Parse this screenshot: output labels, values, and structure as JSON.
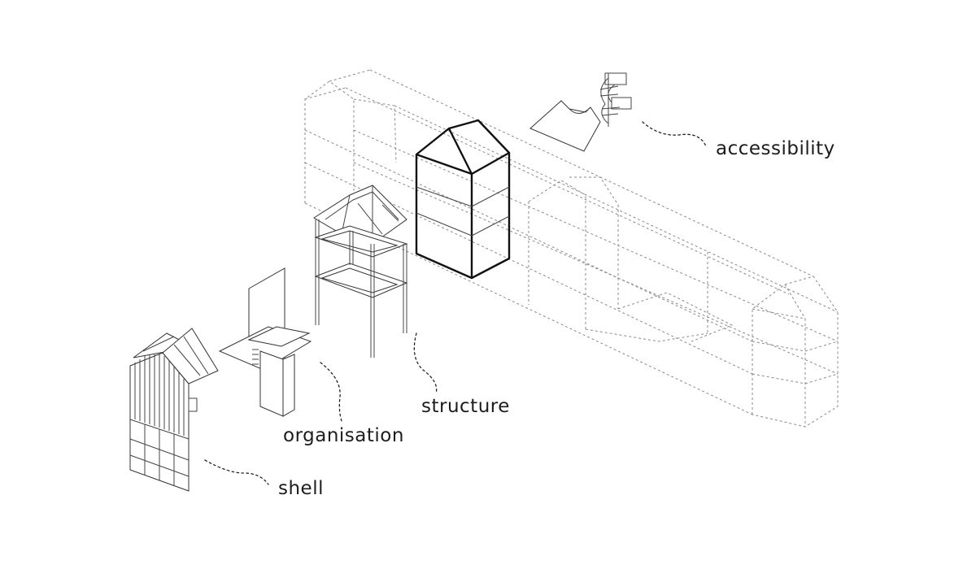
{
  "labels": {
    "accessibility": "accessibility",
    "structure": "structure",
    "organisation": "organisation",
    "shell": "shell"
  }
}
